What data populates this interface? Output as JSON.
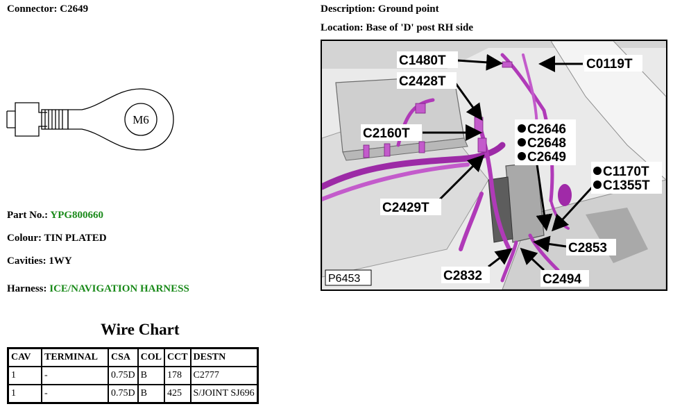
{
  "connector": {
    "label": "Connector:",
    "value": "C2649"
  },
  "description": {
    "label": "Description:",
    "value": "Ground point"
  },
  "location": {
    "label": "Location:",
    "value": "Base of 'D' post RH side"
  },
  "symbol": {
    "stud_size": "M6"
  },
  "part": {
    "label": "Part No.:",
    "value": "YPG800660"
  },
  "colour": {
    "label": "Colour:",
    "value": "TIN PLATED"
  },
  "cavities": {
    "label": "Cavities:",
    "value": "1WY"
  },
  "harness": {
    "label": "Harness:",
    "value": "ICE/NAVIGATION HARNESS"
  },
  "wire_chart": {
    "title": "Wire Chart",
    "headers": [
      "CAV",
      "TERMINAL",
      "CSA",
      "COL",
      "CCT",
      "DESTN"
    ],
    "rows": [
      [
        "1",
        "-",
        "0.75D",
        "B",
        "178",
        "C2777"
      ],
      [
        "1",
        "-",
        "0.75D",
        "B",
        "425",
        "S/JOINT SJ696"
      ]
    ]
  },
  "photo": {
    "ref": "P6453",
    "labels": {
      "c1480t": "C1480T",
      "c0119t": "C0119T",
      "c2428t": "C2428T",
      "c2160t": "C2160T",
      "c2646": "C2646",
      "c2648": "C2648",
      "c2649": "C2649",
      "c1170t": "C1170T",
      "c1355t": "C1355T",
      "c2429t": "C2429T",
      "c2853": "C2853",
      "c2832": "C2832",
      "c2494": "C2494"
    },
    "colors": {
      "harness": "#b03ab8",
      "harness_light": "#d77ddd",
      "background": "#e9e9e9"
    }
  },
  "colors": {
    "link_green": "#1a8a1a"
  }
}
